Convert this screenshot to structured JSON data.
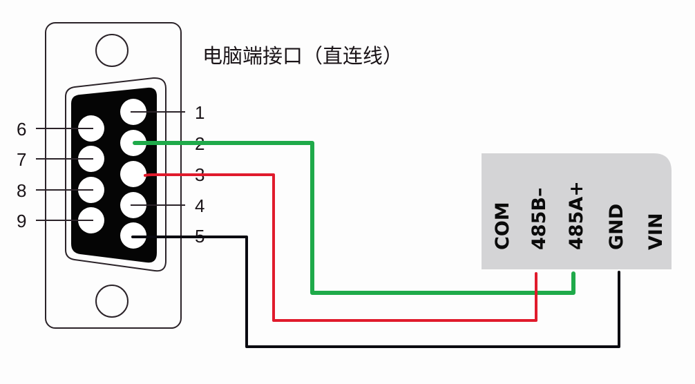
{
  "title": "电脑端接口（直连线）",
  "connector": {
    "name": "DB9",
    "pins_top_row": [
      "1",
      "2",
      "3",
      "4",
      "5"
    ],
    "pins_bottom_row": [
      "6",
      "7",
      "8",
      "9"
    ]
  },
  "module": {
    "labels": [
      "COM",
      "485B–",
      "485A+",
      "GND",
      "VIN"
    ],
    "fill_color": "#d4d4d6"
  },
  "wires": [
    {
      "from_pin": "2",
      "to_terminal": "485A+",
      "color": "#1faa4a"
    },
    {
      "from_pin": "3",
      "to_terminal": "485B–",
      "color": "#e01b2c"
    },
    {
      "from_pin": "5",
      "to_terminal": "GND",
      "color": "#0a0a10"
    }
  ]
}
